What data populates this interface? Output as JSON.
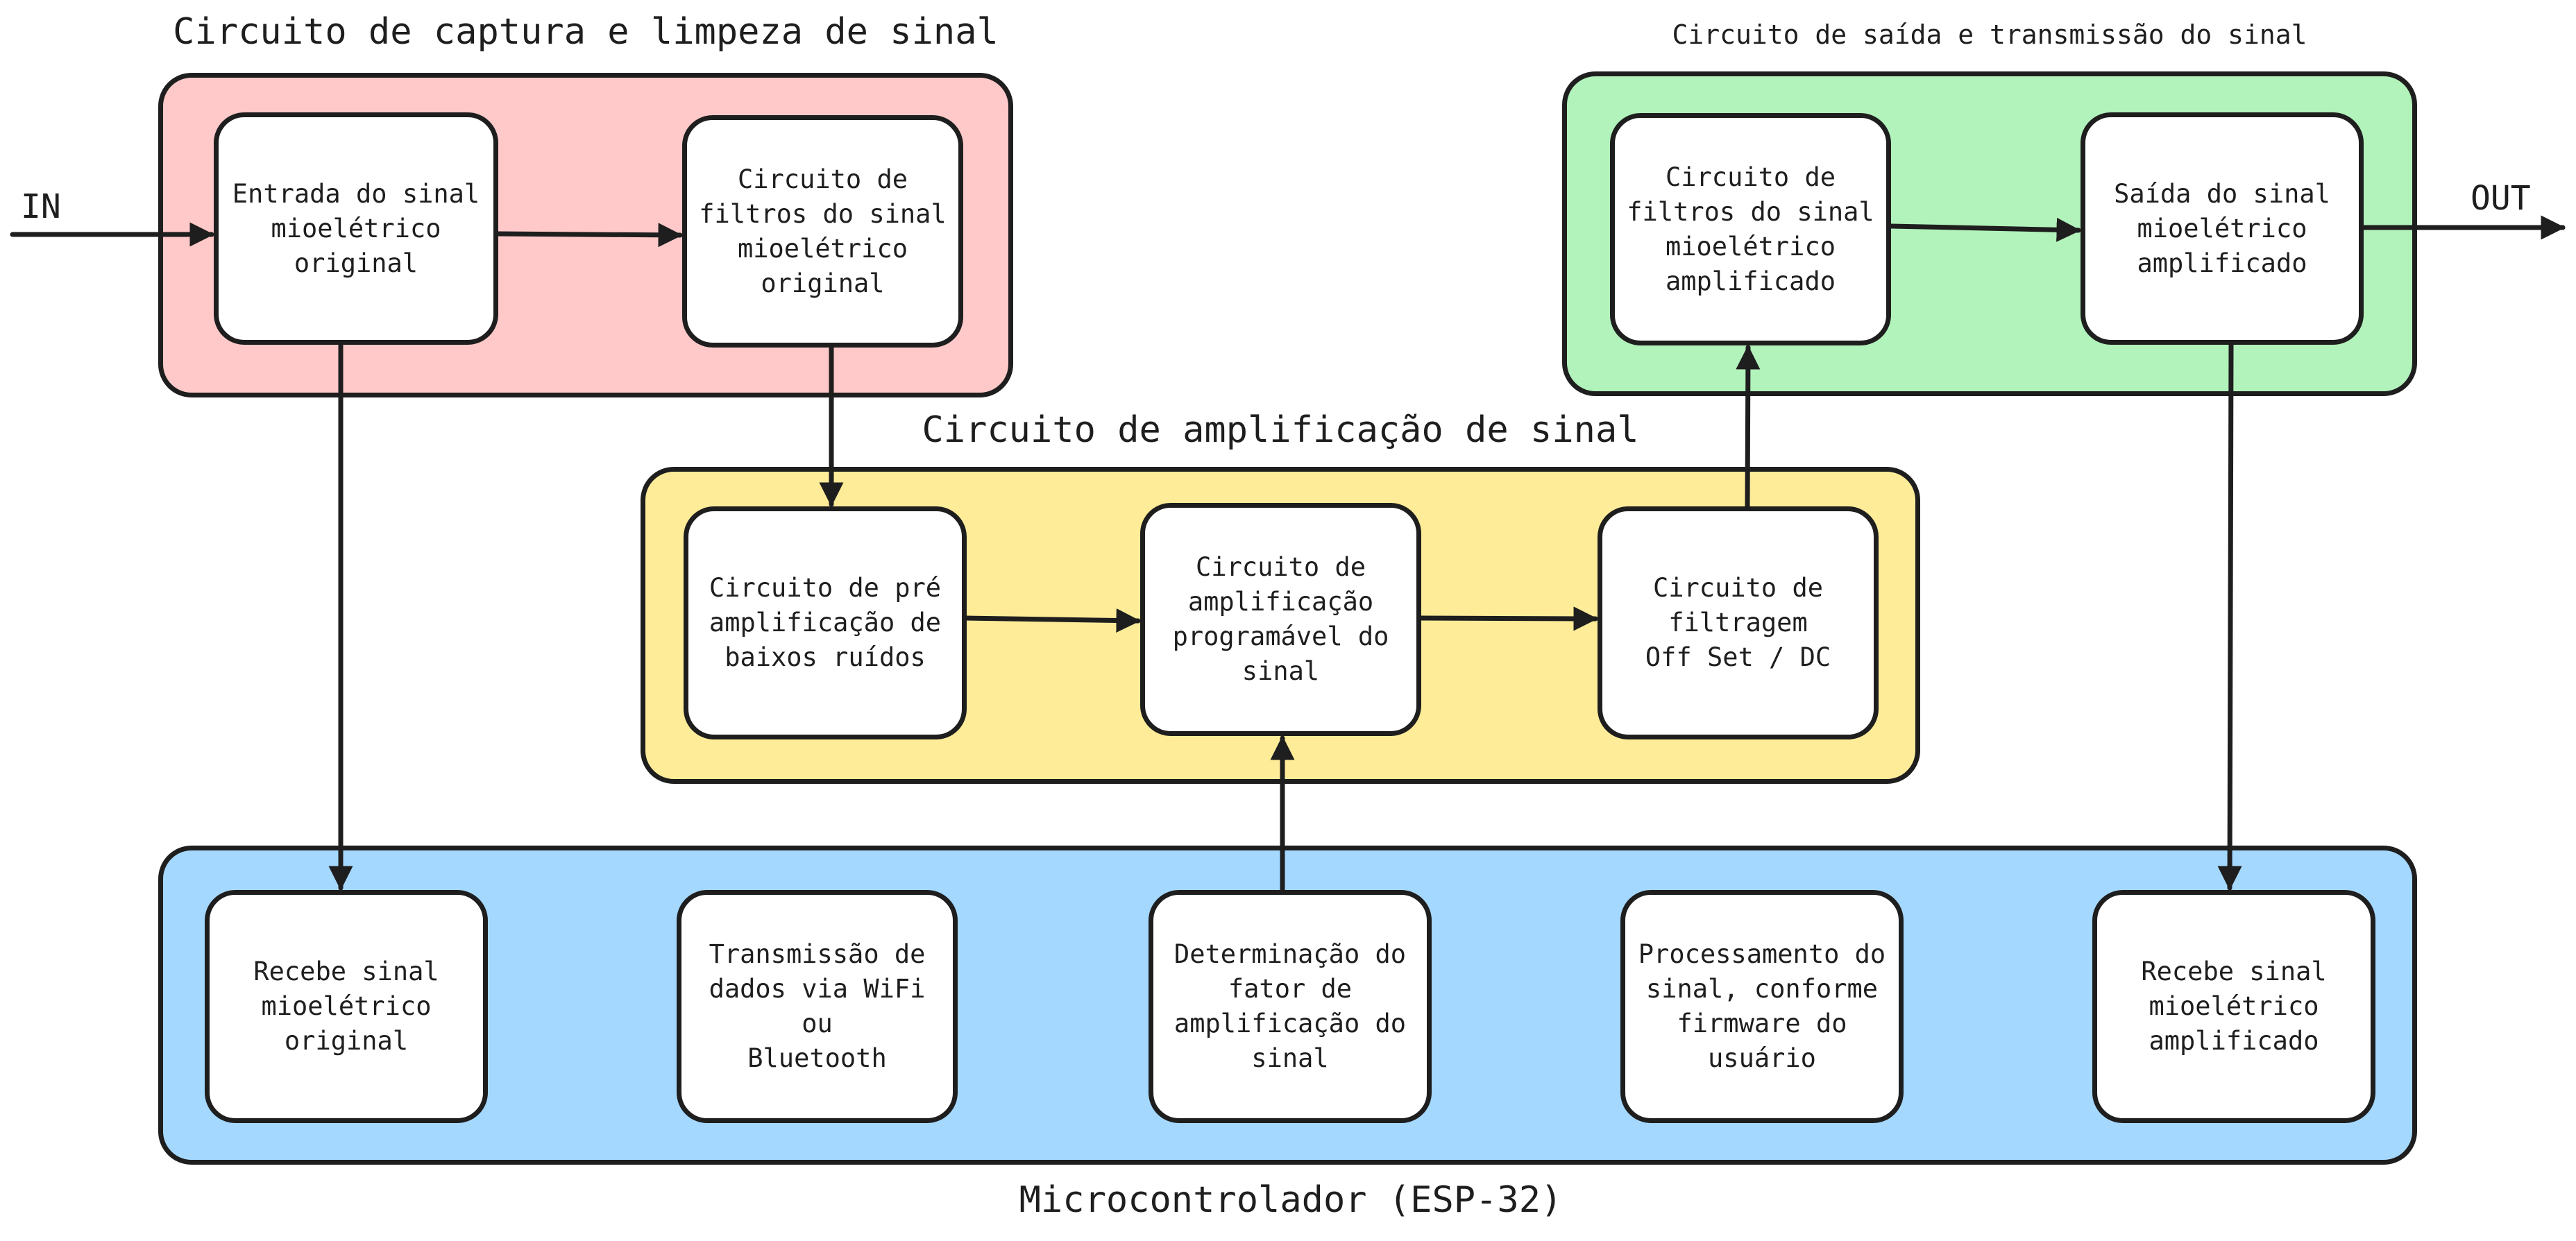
{
  "groups": {
    "capture": {
      "title": "Circuito de captura e limpeza de sinal",
      "color": "#ffc9c9"
    },
    "amplification": {
      "title": "Circuito de amplificação de sinal",
      "color": "#ffec99"
    },
    "output": {
      "title": "Circuito de saída e transmissão do sinal",
      "color": "#b2f2bb"
    },
    "microcontroller": {
      "title": "Microcontrolador (ESP-32)",
      "color": "#a5d8ff"
    }
  },
  "io": {
    "in_label": "IN",
    "out_label": "OUT"
  },
  "nodes": {
    "input_signal": "Entrada do sinal\nmioelétrico\noriginal",
    "filters_original": "Circuito de\nfiltros do sinal\nmioelétrico\noriginal",
    "preamp": "Circuito de pré\namplificação de\nbaixos ruídos",
    "prog_amp": "Circuito de\namplificação\nprogramável do\nsinal",
    "offset_filter": "Circuito de\nfiltragem\nOff Set / DC",
    "filters_amplified": "Circuito de\nfiltros do sinal\nmioelétrico\namplificado",
    "output_signal": "Saída do sinal\nmioelétrico\namplificado",
    "mcu_receive_original": "Recebe sinal\nmioelétrico\noriginal",
    "mcu_transmission": "Transmissão de\ndados via WiFi ou\nBluetooth",
    "mcu_gain": "Determinação do\nfator de\namplificação do\nsinal",
    "mcu_processing": "Processamento do\nsinal, conforme\nfirmware do\nusuário",
    "mcu_receive_amplified": "Recebe sinal\nmioelétrico\namplificado"
  },
  "style": {
    "stroke": "#1e1e1e",
    "node_fill": "#ffffff"
  }
}
